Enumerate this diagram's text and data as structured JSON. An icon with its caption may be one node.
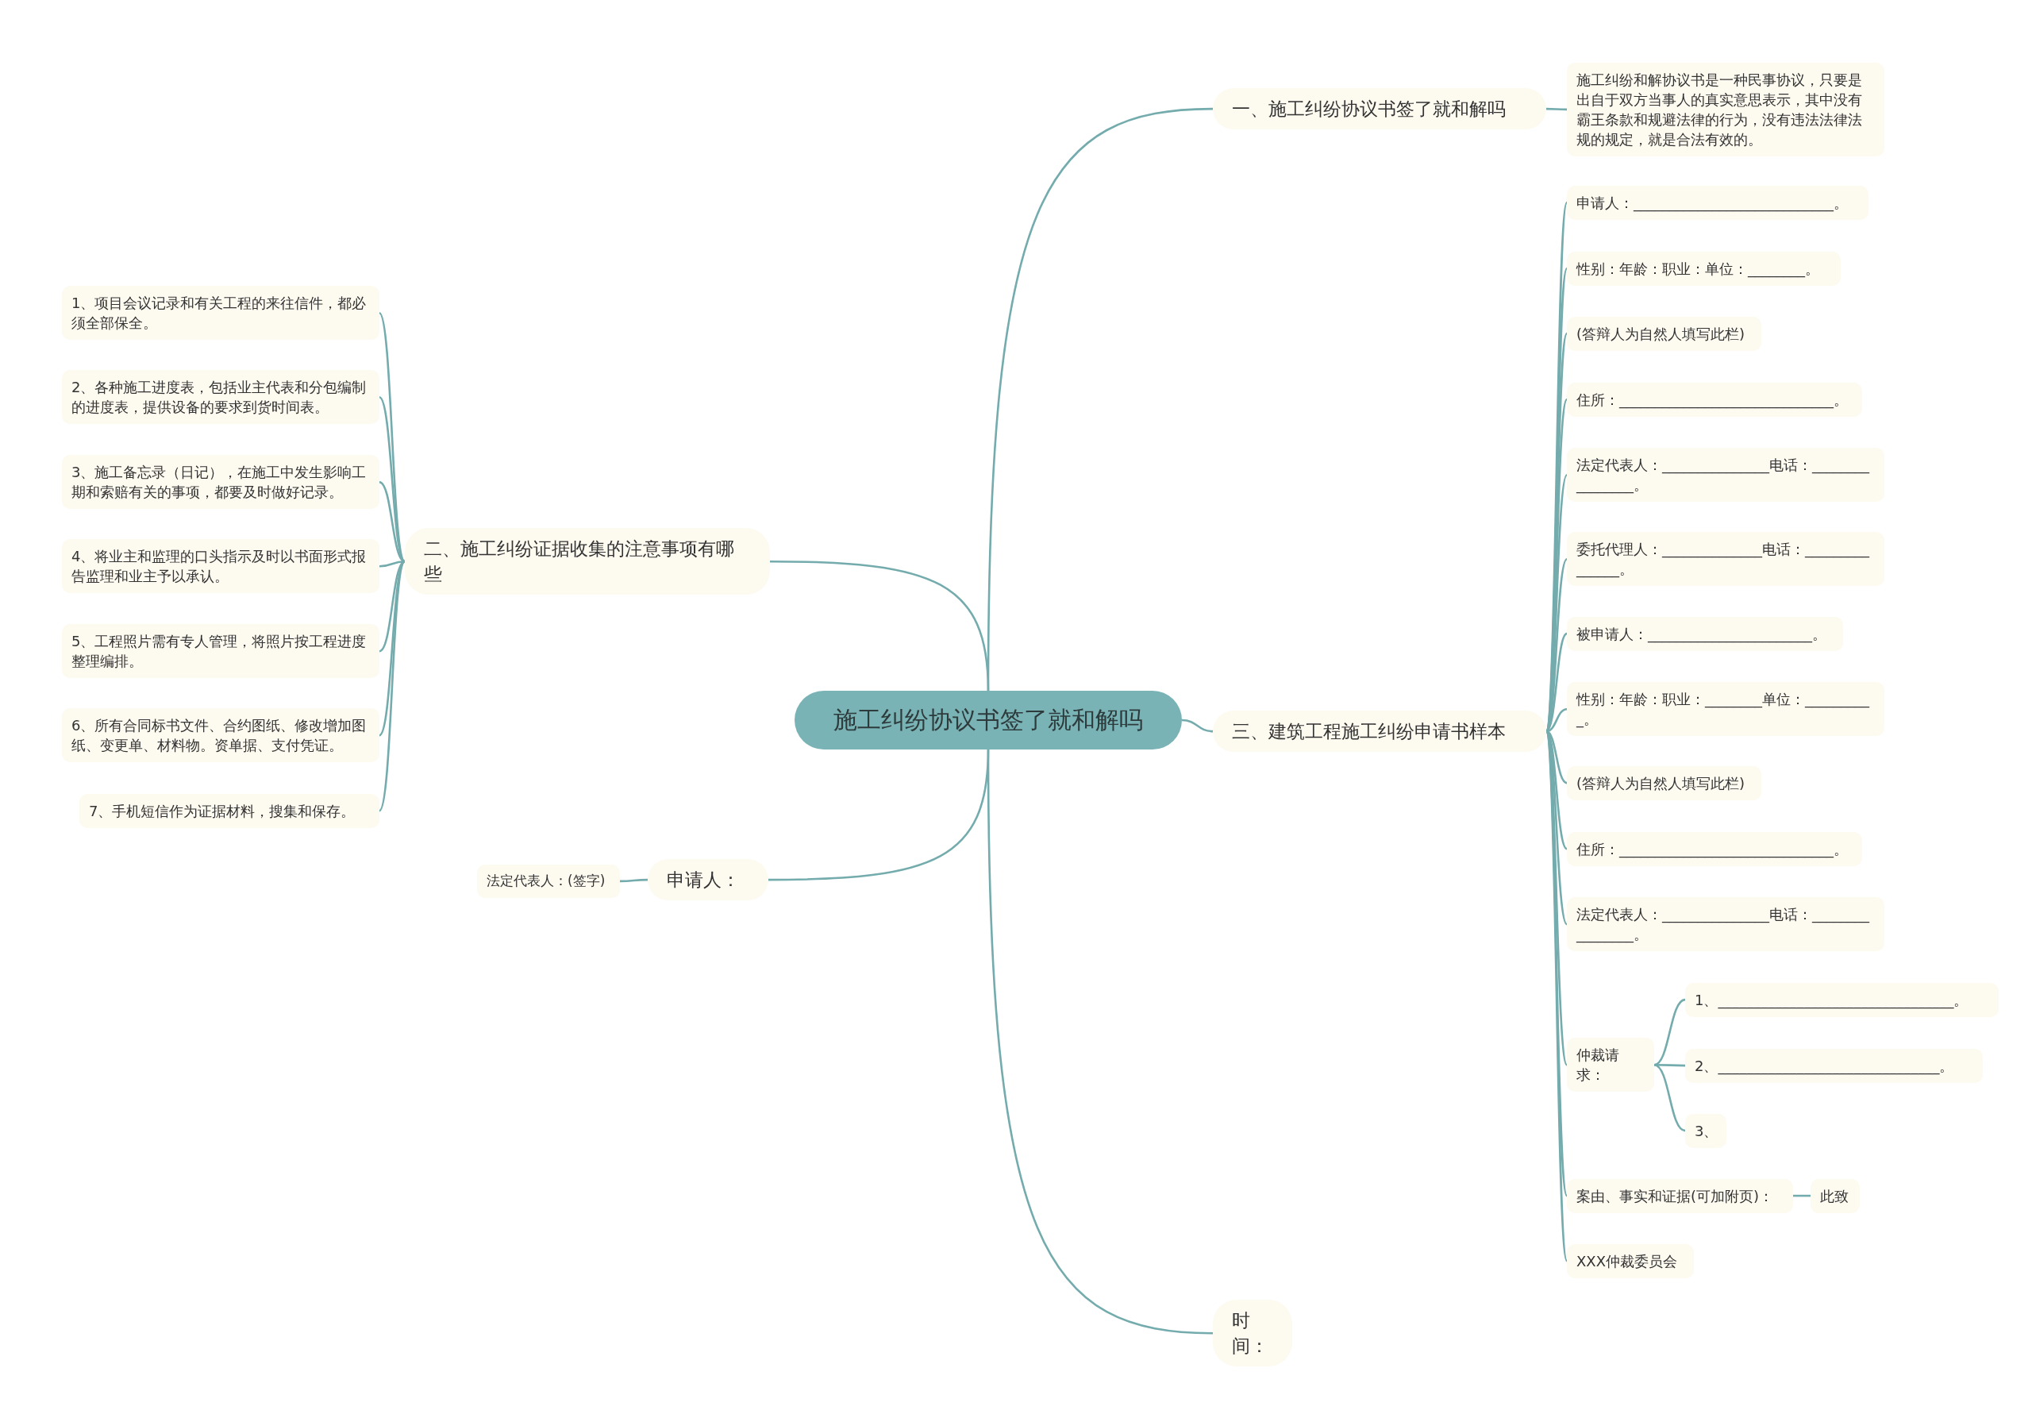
{
  "diagram": {
    "nodes": [
      {
        "text": [
          "施工纠纷协议书签了就和解吗"
        ]
      },
      {
        "text": [
          "一、施工纠纷协议书签了就和解吗"
        ]
      },
      {
        "text": [
          "施工纠纷和解协议书是一种民事协议，只要是出自于双方当事人的真实意思表示，其中没有霸王条款和规避法律的行为，没有违法法律法规的规定，就是合法有效的。"
        ]
      },
      {
        "text": [
          "二、施工纠纷证据收集的注意事项有哪些"
        ]
      },
      {
        "text": [
          "1、项目会议记录和有关工程的来往信件，都必须全部保全。"
        ]
      },
      {
        "text": [
          "2、各种施工进度表，包括业主代表和分包编制的进度表，提供设备的要求到货时间表。"
        ]
      },
      {
        "text": [
          "3、施工备忘录（日记），在施工中发生影响工期和索赔有关的事项，都要及时做好记录。"
        ]
      },
      {
        "text": [
          "4、将业主和监理的口头指示及时以书面形式报告监理和业主予以承认。"
        ]
      },
      {
        "text": [
          "5、工程照片需有专人管理，将照片按工程进度整理编排。"
        ]
      },
      {
        "text": [
          "6、所有合同标书文件、合约图纸、修改增加图纸、变更单、材料物。资单据、支付凭证。"
        ]
      },
      {
        "text": [
          "7、手机短信作为证据材料，搜集和保存。"
        ]
      },
      {
        "text": [
          "申请人："
        ]
      },
      {
        "text": [
          "法定代表人：(签字)"
        ]
      },
      {
        "text": [
          "三、建筑工程施工纠纷申请书样本"
        ]
      },
      {
        "text": [
          "申请人：____________________________。"
        ]
      },
      {
        "text": [
          "性别：年龄：职业：单位：________。"
        ]
      },
      {
        "text": [
          "(答辩人为自然人填写此栏)"
        ]
      },
      {
        "text": [
          "住所：______________________________。"
        ]
      },
      {
        "text": [
          "法定代表人：_______________电话：________________。"
        ]
      },
      {
        "text": [
          "委托代理人：______________电话：_______________。"
        ]
      },
      {
        "text": [
          "被申请人：_______________________。"
        ]
      },
      {
        "text": [
          "性别：年龄：职业：________单位：__________。"
        ]
      },
      {
        "text": [
          "(答辩人为自然人填写此栏)"
        ]
      },
      {
        "text": [
          "住所：______________________________。"
        ]
      },
      {
        "text": [
          "法定代表人：_______________电话：________________。"
        ]
      },
      {
        "text": [
          "仲裁请求："
        ]
      },
      {
        "text": [
          "1、_________________________________。"
        ]
      },
      {
        "text": [
          "2、_______________________________。"
        ]
      },
      {
        "text": [
          "3、"
        ]
      },
      {
        "text": [
          "案由、事实和证据(可加附页)："
        ]
      },
      {
        "text": [
          "此致"
        ]
      },
      {
        "text": [
          "XXX仲裁委员会"
        ]
      },
      {
        "text": [
          "时间："
        ]
      }
    ],
    "edges": [
      {
        "from": 0,
        "to": 1,
        "arrow": "none"
      },
      {
        "from": 1,
        "to": 2,
        "arrow": "none"
      },
      {
        "from": 0,
        "to": 3,
        "arrow": "none"
      },
      {
        "from": 3,
        "to": 4,
        "arrow": "none"
      },
      {
        "from": 3,
        "to": 5,
        "arrow": "none"
      },
      {
        "from": 3,
        "to": 6,
        "arrow": "none"
      },
      {
        "from": 3,
        "to": 7,
        "arrow": "none"
      },
      {
        "from": 3,
        "to": 8,
        "arrow": "none"
      },
      {
        "from": 3,
        "to": 9,
        "arrow": "none"
      },
      {
        "from": 3,
        "to": 10,
        "arrow": "none"
      },
      {
        "from": 0,
        "to": 11,
        "arrow": "none"
      },
      {
        "from": 11,
        "to": 12,
        "arrow": "none"
      },
      {
        "from": 0,
        "to": 13,
        "arrow": "none"
      },
      {
        "from": 13,
        "to": 14,
        "arrow": "none"
      },
      {
        "from": 13,
        "to": 15,
        "arrow": "none"
      },
      {
        "from": 13,
        "to": 16,
        "arrow": "none"
      },
      {
        "from": 13,
        "to": 17,
        "arrow": "none"
      },
      {
        "from": 13,
        "to": 18,
        "arrow": "none"
      },
      {
        "from": 13,
        "to": 19,
        "arrow": "none"
      },
      {
        "from": 13,
        "to": 20,
        "arrow": "none"
      },
      {
        "from": 13,
        "to": 21,
        "arrow": "none"
      },
      {
        "from": 13,
        "to": 22,
        "arrow": "none"
      },
      {
        "from": 13,
        "to": 23,
        "arrow": "none"
      },
      {
        "from": 13,
        "to": 24,
        "arrow": "none"
      },
      {
        "from": 13,
        "to": 25,
        "arrow": "none"
      },
      {
        "from": 25,
        "to": 26,
        "arrow": "none"
      },
      {
        "from": 25,
        "to": 27,
        "arrow": "none"
      },
      {
        "from": 25,
        "to": 28,
        "arrow": "none"
      },
      {
        "from": 13,
        "to": 29,
        "arrow": "none"
      },
      {
        "from": 29,
        "to": 30,
        "arrow": "none"
      },
      {
        "from": 13,
        "to": 31,
        "arrow": "none"
      },
      {
        "from": 0,
        "to": 32,
        "arrow": "none"
      }
    ]
  }
}
